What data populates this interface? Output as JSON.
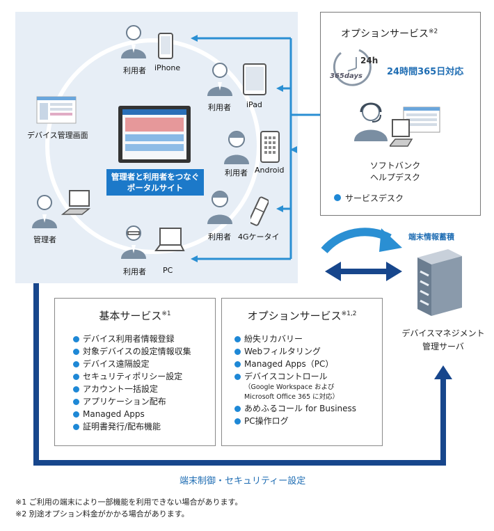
{
  "left_panel": {
    "center_label_line1": "管理者と利用者をつなぐ",
    "center_label_line2": "ポータルサイト",
    "devices": [
      {
        "user": "利用者",
        "device": "iPhone"
      },
      {
        "user": "利用者",
        "device": "iPad"
      },
      {
        "user": "利用者",
        "device": "Android"
      },
      {
        "user": "利用者",
        "device": "4Gケータイ"
      },
      {
        "user": "利用者",
        "device": "PC"
      }
    ],
    "admin_screen_label": "デバイス管理画面",
    "admin_label": "管理者"
  },
  "option_panel": {
    "title": "オプションサービス",
    "title_sup": "※2",
    "clock_24": "24h",
    "clock_365": "365days",
    "support_hours": "24時間365日対応",
    "helpdesk_line1": "ソフトバンク",
    "helpdesk_line2": "ヘルプデスク",
    "legend": "サービスデスク"
  },
  "server": {
    "store_label": "端末情報蓄積",
    "name_line1": "デバイスマネジメント",
    "name_line2": "管理サーバ"
  },
  "basic_services": {
    "title": "基本サービス",
    "title_sup": "※1",
    "items": [
      "デバイス利用者情報登録",
      "対象デバイスの設定情報収集",
      "デバイス遠隔設定",
      "セキュリティポリシー設定",
      "アカウント一括設定",
      "アプリケーション配布",
      "Managed Apps",
      "証明書発行/配布機能"
    ]
  },
  "option_services": {
    "title": "オプションサービス",
    "title_sup": "※1,2",
    "items": [
      "紛失リカバリー",
      "Webフィルタリング",
      "Managed Apps（PC）",
      "デバイスコントロール"
    ],
    "note_line1": "（Google Workspace および",
    "note_line2": "Microsoft Office 365 に対応）",
    "items2": [
      "あめふるコール for Business",
      "PC操作ログ"
    ]
  },
  "flow_label": "端末制御・セキュリティー設定",
  "footnotes": [
    "※1  ご利用の端末により一部機能を利用できない場合があります。",
    "※2  別途オプション料金がかかる場合があります。"
  ],
  "colors": {
    "accent_blue": "#1c79c9",
    "dark_navy": "#17468c",
    "arrow_blue": "#2a8fd3",
    "panel_bg": "#e7eef6"
  }
}
